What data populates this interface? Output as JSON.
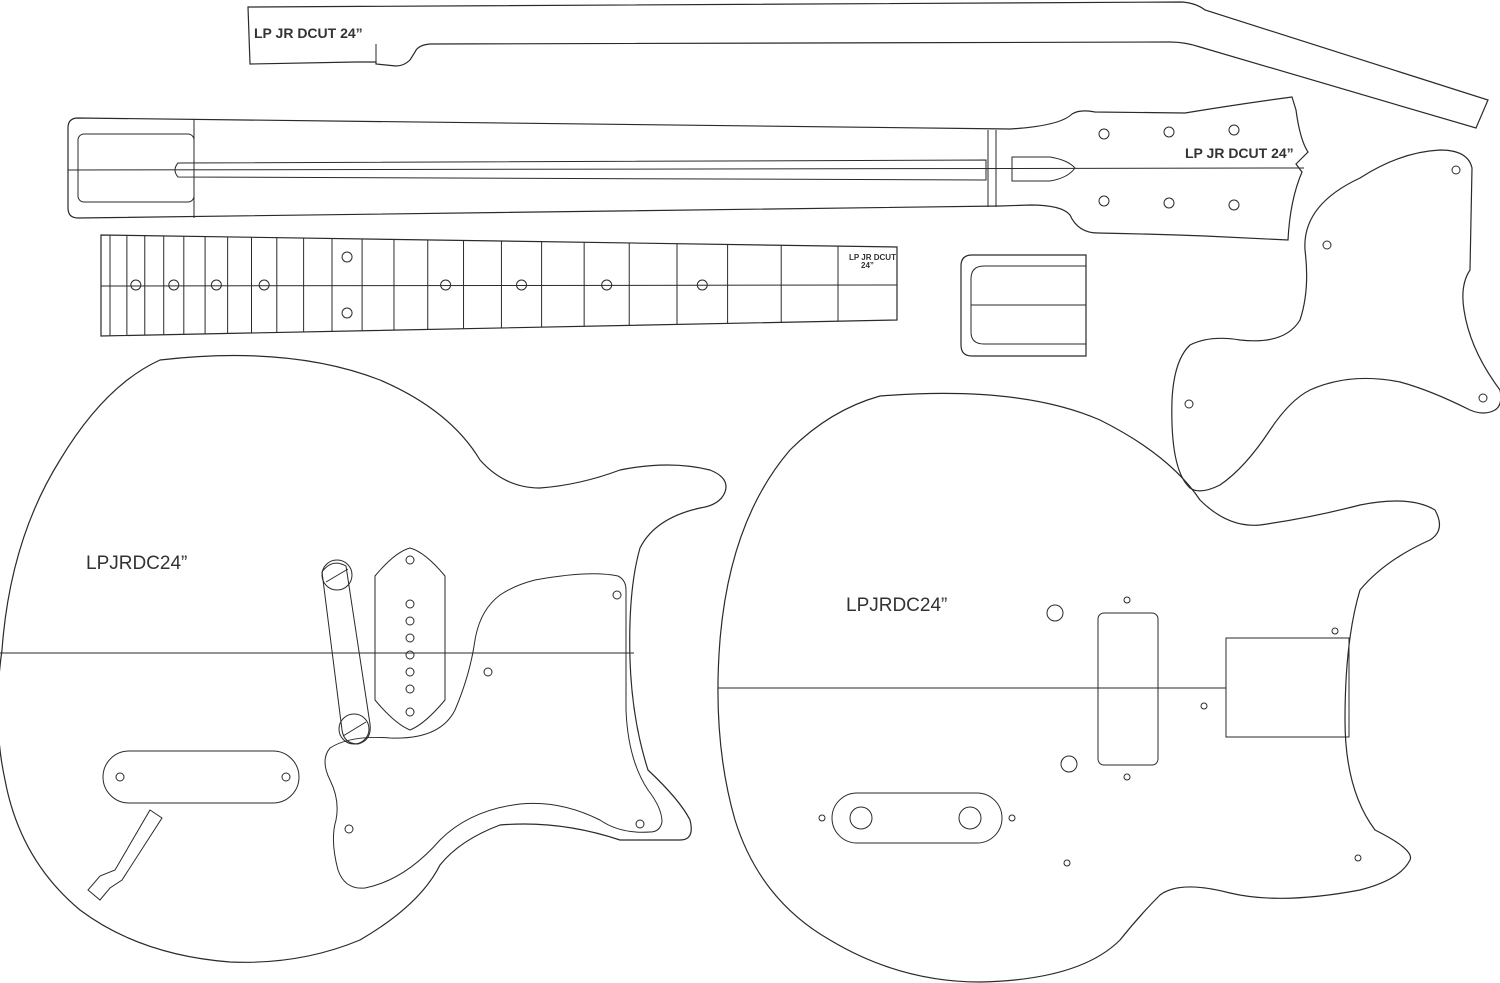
{
  "labels": {
    "neck_side_label": "LP JR DCUT 24”",
    "headstock_label": "LP JR DCUT 24”",
    "fretboard_label_line1": "LP JR DCUT",
    "fretboard_label_line2": "24”",
    "body_left_label": "LPJRDC24”",
    "body_right_label": "LPJRDC24”"
  },
  "colors": {
    "line": "#2a2a2a",
    "text": "#333333",
    "background": "#ffffff"
  },
  "fretboard": {
    "fret_count": 22,
    "single_dot_frets": [
      3,
      5,
      7,
      9,
      15,
      17,
      19,
      21
    ],
    "double_dot_frets": [
      12
    ]
  }
}
